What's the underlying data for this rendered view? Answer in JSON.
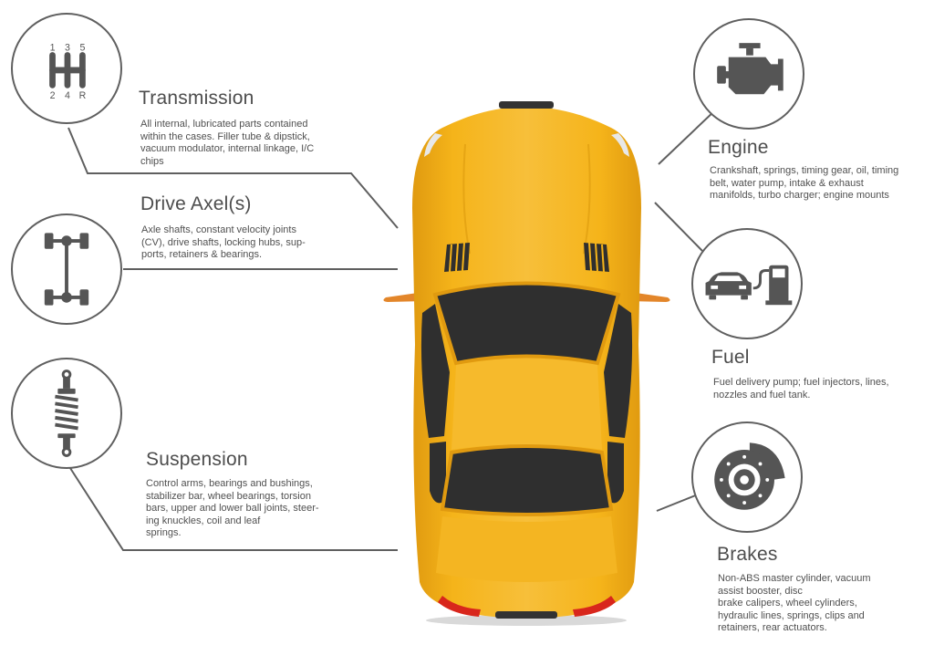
{
  "colors": {
    "car_body": "#f5b41a",
    "car_shade": "#e39b12",
    "glass": "#2f2f2f",
    "line": "#5f5f5f",
    "icon": "#555555"
  },
  "sections": {
    "transmission": {
      "title": "Transmission",
      "desc": "All internal, lubricated parts contained\nwithin the cases. Filler tube & dipstick,\nvacuum modulator, internal linkage, I/C\nchips",
      "icon": "gear-shift-icon",
      "gear_top": [
        "1",
        "3",
        "5"
      ],
      "gear_bottom": [
        "2",
        "4",
        "R"
      ]
    },
    "drive_axle": {
      "title": "Drive Axel(s)",
      "desc": "Axle shafts, constant velocity joints\n(CV), drive shafts, locking hubs, sup-\nports, retainers & bearings.",
      "icon": "drive-axle-icon"
    },
    "suspension": {
      "title": "Suspension",
      "desc": "Control arms, bearings and bushings,\nstabilizer bar, wheel bearings, torsion\nbars, upper and lower ball joints, steer-\ning knuckles, coil and leaf\nsprings.",
      "icon": "shock-absorber-icon"
    },
    "engine": {
      "title": "Engine",
      "desc": "Crankshaft, springs, timing gear, oil, timing\nbelt, water pump, intake & exhaust\nmanifolds, turbo charger; engine mounts",
      "icon": "engine-icon"
    },
    "fuel": {
      "title": "Fuel",
      "desc": "Fuel delivery pump; fuel injectors, lines,\nnozzles and fuel tank.",
      "icon": "fuel-pump-icon"
    },
    "brakes": {
      "title": "Brakes",
      "desc": "Non-ABS master cylinder, vacuum\nassist booster, disc\nbrake calipers, wheel cylinders,\nhydraulic lines, springs, clips and\nretainers, rear actuators.",
      "icon": "brake-disc-icon"
    }
  }
}
